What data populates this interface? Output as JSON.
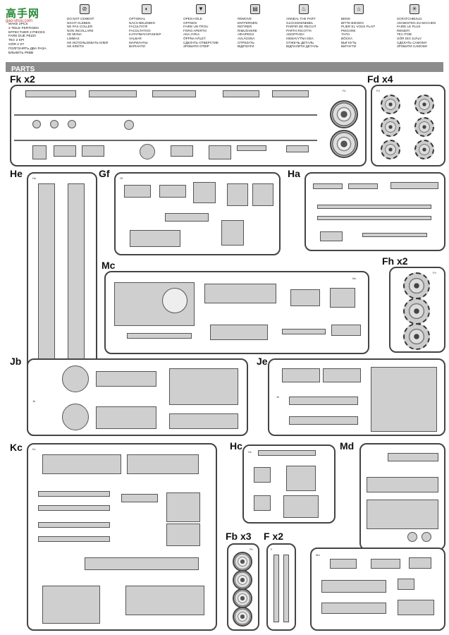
{
  "watermark": {
    "title": "高手网",
    "sub": "gao-shou.com"
  },
  "lead_text": [
    "MAKE 2pcs",
    "2 TEILE FERTIGEN",
    "EFFECTUER 2 PIECES",
    "FARE DUE PEZZI",
    "ΤΕΞ 2 ΚΡΙ",
    "GÖR 2 ST",
    "ПОЛГОНЯТЬ ДВА РАЗА",
    "ВЛЬКЕТЬ РКВВ"
  ],
  "legend": [
    {
      "icon": "no-cement-icon",
      "glyph": "⊘",
      "lines": [
        "DO NOT CEMENT",
        "NICHT KLEBEN",
        "NE PAS COLLER",
        "NON INCOLLARE",
        "ΧΕ ΜΗΝΑ",
        "LIMMAS",
        "НЕ ИСПОЛЬЗОВАТЬ КЛЕЙ",
        "НЕ КЛЕЇТИ"
      ]
    },
    {
      "icon": "optional-icon",
      "glyph": "◐",
      "lines": [
        "OPTIONAL",
        "NACH BELIEBEN",
        "FACULTATIF",
        "FACOLTATIVO",
        "ΚΑΤΑΠΜΑΥΑΡΑΝΗΕΡ",
        "VALBAR",
        "МАРИАНТЫ",
        "ВАРІАНТИ"
      ]
    },
    {
      "icon": "open-hole-icon",
      "glyph": "▼",
      "lines": [
        "OPEN HOLE",
        "OFFNEN",
        "FAIRE UN TROU",
        "FORO APERTO",
        "ΑΝΑ ΑΨΚΑ",
        "ÖPPNA HÅLET",
        "СДЕЛАТЬ ОТВЕРСТИЕ",
        "ЗРОБИТИ ОТВІР"
      ]
    },
    {
      "icon": "remove-icon",
      "glyph": "▤",
      "lines": [
        "REMOVE",
        "ENTFERNEN",
        "RETIRER",
        "RIMUOVERE",
        "ΑΦΑΙΡΕΣΗ",
        "AVLÄGSNA",
        "ОТРЕЗАТЬ",
        "ВІДРІЗАТИ"
      ]
    },
    {
      "icon": "anneal-icon",
      "glyph": "♨",
      "lines": [
        "ANNEAL THE PART",
        "GLÜCKENINEBEL",
        "PARFIR DE RECUIT",
        "PARTH RICOTTA",
        "ΑΝΟΠΤΗΣΗ",
        "HEMAVYTNA DEA",
        "ОТЖЕЧЬ ДЕТАЛЬ",
        "ВІДПАЛИТИ ДЕТАЛЬ"
      ]
    },
    {
      "icon": "bend-icon",
      "glyph": "⌂",
      "lines": [
        "BEND",
        "BITTE BIEGEN",
        "PLIER EL VOUS PLAIT",
        "PIEGARE",
        "ΤΑΙΤΑ",
        "BÖCKA",
        "ВЫГНУТЬ",
        "ВИГНУТИ"
      ]
    },
    {
      "icon": "scratchbuild-icon",
      "glyph": "✳",
      "lines": [
        "SCRATCHBUILD",
        "AM BESTEN ZU MACHEN",
        "FAIRE LE PLUS",
        "RENDITI",
        "ΤΕΞ ΙΤΘΒ",
        "GÖR DIG SJÄLV",
        "СДЕЛАТЬ САМОМУ",
        "ЗРОБИТИ САМОМУ"
      ]
    }
  ],
  "section_title": "PARTS",
  "sprues": {
    "fk": "Fk x2",
    "fd": "Fd x4",
    "he": "He",
    "gf": "Gf",
    "ha": "Ha",
    "mc": "Mc",
    "fh": "Fh x2",
    "jb": "Jb",
    "je": "Je",
    "kc": "Kc",
    "hc": "Hc",
    "md": "Md",
    "fb": "Fb x3",
    "f": "F x2"
  },
  "sprue_tags": {
    "fk": "Fk",
    "fd": "Fd",
    "he": "He",
    "gf": "Gf",
    "mc": "Mc",
    "fh": "Fh",
    "jb": "Jb",
    "je": "Je",
    "kc": "Kc",
    "hc": "Hc",
    "md": "Md",
    "fb": "Fb",
    "f": "F"
  }
}
